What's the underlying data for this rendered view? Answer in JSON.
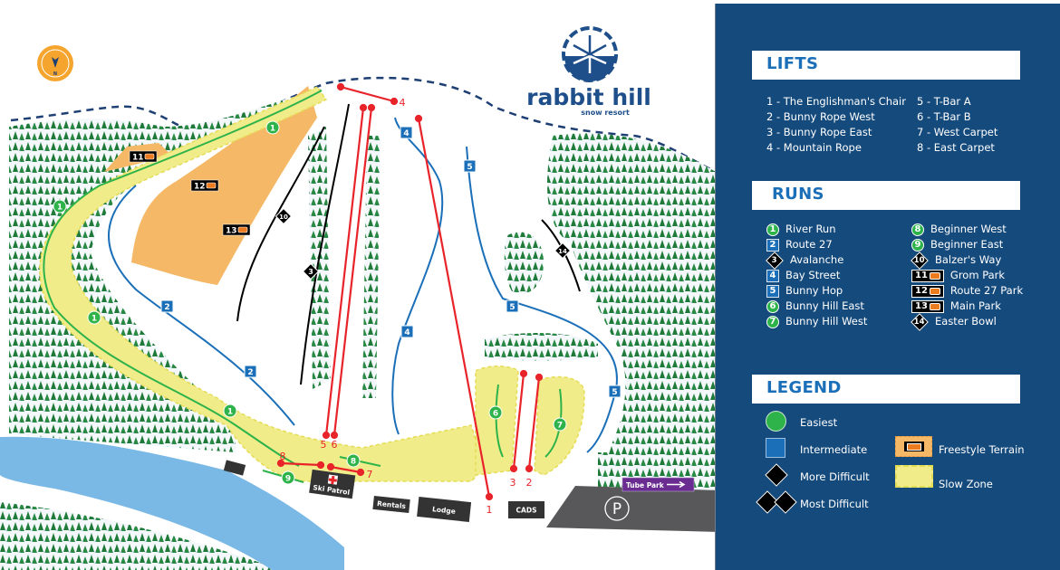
{
  "resort": {
    "name": "rabbit hill",
    "tagline": "snow resort"
  },
  "compass": {
    "label": "N",
    "icon": "compass-icon"
  },
  "colors": {
    "panel_bg": "#154a7d",
    "easiest": "#2db34a",
    "intermediate": "#1a6fb8",
    "difficult": "#000000",
    "lift": "#e8242a",
    "freestyle": "#f4b866",
    "slow_zone": "#f1ec8a",
    "water": "#7ab9e6",
    "tree": "#1f7a3a",
    "tube_park": "#6a2c91",
    "parking": "#58585a"
  },
  "lifts": {
    "title": "LIFTS",
    "items": [
      {
        "id": "1",
        "text": "1 - The Englishman's Chair"
      },
      {
        "id": "2",
        "text": "2 - Bunny Rope West"
      },
      {
        "id": "3",
        "text": "3 - Bunny Rope East"
      },
      {
        "id": "4",
        "text": "4 - Mountain Rope"
      },
      {
        "id": "5",
        "text": "5 - T-Bar A"
      },
      {
        "id": "6",
        "text": "6 - T-Bar B"
      },
      {
        "id": "7",
        "text": "7 - West Carpet"
      },
      {
        "id": "8",
        "text": "8 - East Carpet"
      }
    ]
  },
  "runs": {
    "title": "RUNS",
    "items": [
      {
        "num": "1",
        "name": "River Run",
        "difficulty": "easiest"
      },
      {
        "num": "2",
        "name": "Route 27",
        "difficulty": "intermediate"
      },
      {
        "num": "3",
        "name": "Avalanche",
        "difficulty": "more-difficult"
      },
      {
        "num": "4",
        "name": "Bay Street",
        "difficulty": "intermediate"
      },
      {
        "num": "5",
        "name": "Bunny Hop",
        "difficulty": "intermediate"
      },
      {
        "num": "6",
        "name": "Bunny Hill East",
        "difficulty": "easiest"
      },
      {
        "num": "7",
        "name": "Bunny Hill West",
        "difficulty": "easiest"
      },
      {
        "num": "8",
        "name": "Beginner West",
        "difficulty": "easiest"
      },
      {
        "num": "9",
        "name": "Beginner East",
        "difficulty": "easiest"
      },
      {
        "num": "10",
        "name": "Balzer's Way",
        "difficulty": "more-difficult"
      },
      {
        "num": "11",
        "name": "Grom Park",
        "difficulty": "freestyle"
      },
      {
        "num": "12",
        "name": "Route 27 Park",
        "difficulty": "freestyle"
      },
      {
        "num": "13",
        "name": "Main Park",
        "difficulty": "freestyle"
      },
      {
        "num": "14",
        "name": "Easter Bowl",
        "difficulty": "more-difficult"
      }
    ]
  },
  "legend": {
    "title": "LEGEND",
    "items": [
      {
        "key": "easiest",
        "label": "Easiest"
      },
      {
        "key": "intermediate",
        "label": "Intermediate"
      },
      {
        "key": "more-difficult",
        "label": "More Difficult"
      },
      {
        "key": "most-difficult",
        "label": "Most Difficult"
      },
      {
        "key": "freestyle",
        "label": "Freestyle Terrain"
      },
      {
        "key": "slow-zone",
        "label": "Slow Zone"
      }
    ]
  },
  "map": {
    "buildings": {
      "ski_patrol": "Ski Patrol",
      "rentals": "Rentals",
      "lodge": "Lodge",
      "cads": "CADS"
    },
    "tube_park": "Tube Park",
    "parking": "P",
    "lift_labels": [
      "1",
      "2",
      "3",
      "4",
      "5",
      "6",
      "7",
      "8"
    ],
    "run_markers": {
      "r1": "1",
      "r2": "2",
      "r3": "3",
      "r4": "4",
      "r5": "5",
      "r6": "6",
      "r7": "7",
      "r8": "8",
      "r9": "9",
      "r10": "10",
      "r11": "11",
      "r12": "12",
      "r13": "13",
      "r14": "14"
    }
  }
}
